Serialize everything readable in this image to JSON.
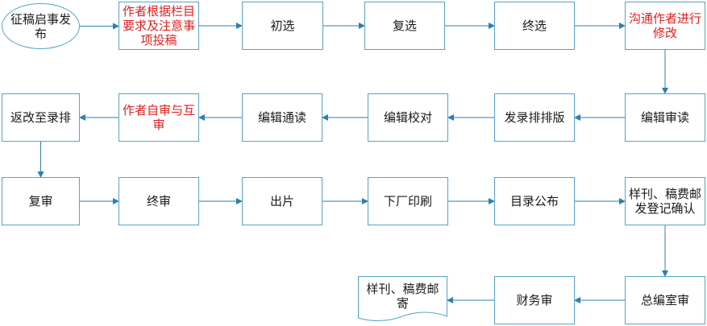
{
  "nodes": [
    {
      "id": "n1",
      "label": "征稿启事发布",
      "color": "black"
    },
    {
      "id": "n2",
      "label": "作者根据栏目要求及注意事项投稿",
      "color": "red"
    },
    {
      "id": "n3",
      "label": "初选",
      "color": "black"
    },
    {
      "id": "n4",
      "label": "复选",
      "color": "black"
    },
    {
      "id": "n5",
      "label": "终选",
      "color": "black"
    },
    {
      "id": "n6",
      "label": "沟通作者进行修改",
      "color": "red"
    },
    {
      "id": "n7",
      "label": "编辑审读",
      "color": "black"
    },
    {
      "id": "n8",
      "label": "发录排排版",
      "color": "black"
    },
    {
      "id": "n9",
      "label": "编辑校对",
      "color": "black"
    },
    {
      "id": "n10",
      "label": "编辑通读",
      "color": "black"
    },
    {
      "id": "n11",
      "label": "作者自审与互审",
      "color": "red"
    },
    {
      "id": "n12",
      "label": "返改至录排",
      "color": "black"
    },
    {
      "id": "n13",
      "label": "复审",
      "color": "black"
    },
    {
      "id": "n14",
      "label": "终审",
      "color": "black"
    },
    {
      "id": "n15",
      "label": "出片",
      "color": "black"
    },
    {
      "id": "n16",
      "label": "下厂印刷",
      "color": "black"
    },
    {
      "id": "n17",
      "label": "目录公布",
      "color": "black"
    },
    {
      "id": "n18",
      "label": "样刊、稿费邮发登记确认",
      "color": "black"
    },
    {
      "id": "n19",
      "label": "总编室审",
      "color": "black"
    },
    {
      "id": "n20",
      "label": "财务审",
      "color": "black"
    },
    {
      "id": "n21",
      "label": "样刊、稿费邮寄",
      "color": "black"
    }
  ],
  "edges": [
    {
      "from": "n1",
      "to": "n2"
    },
    {
      "from": "n2",
      "to": "n3"
    },
    {
      "from": "n3",
      "to": "n4"
    },
    {
      "from": "n4",
      "to": "n5"
    },
    {
      "from": "n5",
      "to": "n6"
    },
    {
      "from": "n6",
      "to": "n7"
    },
    {
      "from": "n7",
      "to": "n8"
    },
    {
      "from": "n8",
      "to": "n9"
    },
    {
      "from": "n9",
      "to": "n10"
    },
    {
      "from": "n10",
      "to": "n11"
    },
    {
      "from": "n11",
      "to": "n12"
    },
    {
      "from": "n12",
      "to": "n13"
    },
    {
      "from": "n13",
      "to": "n14"
    },
    {
      "from": "n14",
      "to": "n15"
    },
    {
      "from": "n15",
      "to": "n16"
    },
    {
      "from": "n16",
      "to": "n17"
    },
    {
      "from": "n17",
      "to": "n18"
    },
    {
      "from": "n18",
      "to": "n19"
    },
    {
      "from": "n19",
      "to": "n20"
    },
    {
      "from": "n20",
      "to": "n21"
    }
  ],
  "colors": {
    "border": "#58a3c7",
    "arrow": "#2f7fa8",
    "text": "#1a1a1a",
    "highlight_text": "#e02020"
  }
}
